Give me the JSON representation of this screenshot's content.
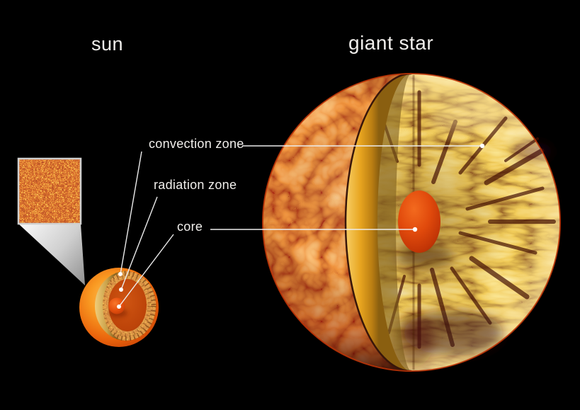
{
  "scene": {
    "background": "#000000"
  },
  "titles": {
    "sun": "sun",
    "giant_star": "giant star"
  },
  "labels": {
    "convection_zone": "convection zone",
    "radiation_zone": "radiation zone",
    "core": "core"
  },
  "palette": {
    "background": "#000000",
    "text": "#f1efec",
    "leader_line": "#ececec",
    "pointer_dot": "#ffffff",
    "giant_surface_red": "#e2552c",
    "giant_vein_dark": "#8c1205",
    "giant_cut_gold": "#efac2f",
    "giant_rim_gold": "#e0a21f",
    "core_red": "#df470c",
    "sun_surface_orange": "#f08a15",
    "sun_convection_tan": "#e0b158",
    "granulation_orange": "#e35b0d",
    "zoom_wedge_gray": "#c9c9c9"
  }
}
